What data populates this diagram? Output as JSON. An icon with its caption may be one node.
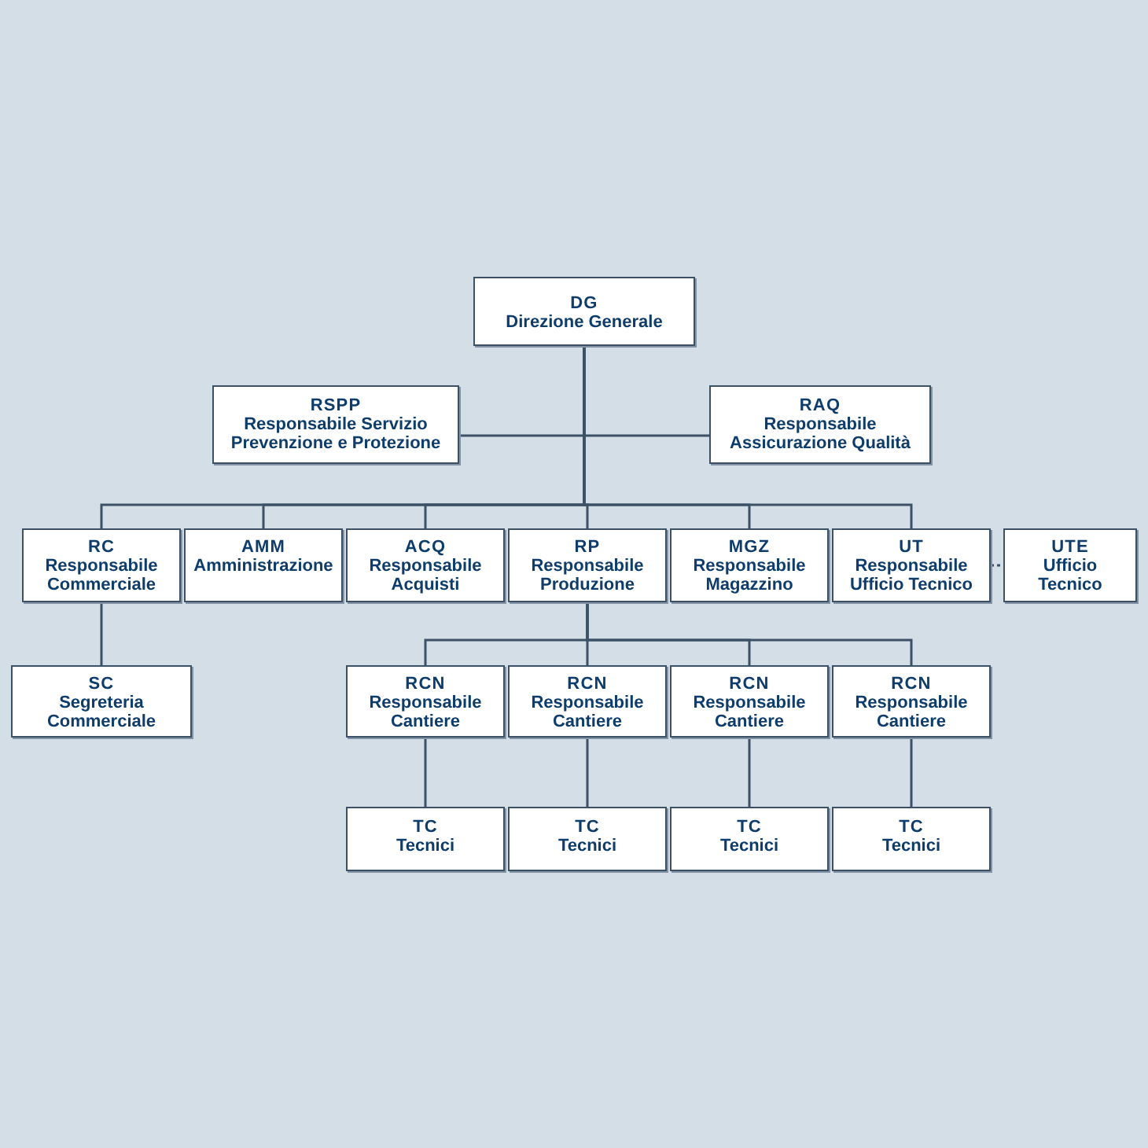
{
  "diagram": {
    "nodes": [
      {
        "text": [
          "DG",
          "Direzione Generale"
        ]
      },
      {
        "text": [
          "RSPP",
          "Responsabile Servizio Prevenzione e Protezione"
        ]
      },
      {
        "text": [
          "RAQ",
          "Responsabile Assicurazione Qualità"
        ]
      },
      {
        "text": [
          "RC",
          "Responsabile Commerciale"
        ]
      },
      {
        "text": [
          "AMM",
          "Amministrazione"
        ]
      },
      {
        "text": [
          "ACQ",
          "Responsabile Acquisti"
        ]
      },
      {
        "text": [
          "RP",
          "Responsabile Produzione"
        ]
      },
      {
        "text": [
          "MGZ",
          "Responsabile Magazzino"
        ]
      },
      {
        "text": [
          "UT",
          "Responsabile Ufficio Tecnico"
        ]
      },
      {
        "text": [
          "UTE",
          "Ufficio Tecnico"
        ]
      },
      {
        "text": [
          "SC",
          "Segreteria Commerciale"
        ]
      },
      {
        "text": [
          "RCN",
          "Responsabile Cantiere"
        ]
      },
      {
        "text": [
          "RCN",
          "Responsabile Cantiere"
        ]
      },
      {
        "text": [
          "RCN",
          "Responsabile Cantiere"
        ]
      },
      {
        "text": [
          "RCN",
          "Responsabile Cantiere"
        ]
      },
      {
        "text": [
          "TC",
          "Tecnici"
        ]
      },
      {
        "text": [
          "TC",
          "Tecnici"
        ]
      },
      {
        "text": [
          "TC",
          "Tecnici"
        ]
      },
      {
        "text": [
          "TC",
          "Tecnici"
        ]
      }
    ],
    "edges": [
      {
        "from": 0,
        "to": 1,
        "arrow": "none"
      },
      {
        "from": 0,
        "to": 2,
        "arrow": "none"
      },
      {
        "from": 0,
        "to": 3,
        "arrow": "none"
      },
      {
        "from": 0,
        "to": 4,
        "arrow": "none"
      },
      {
        "from": 0,
        "to": 5,
        "arrow": "none"
      },
      {
        "from": 0,
        "to": 6,
        "arrow": "none"
      },
      {
        "from": 0,
        "to": 7,
        "arrow": "none"
      },
      {
        "from": 0,
        "to": 8,
        "arrow": "none"
      },
      {
        "from": 8,
        "to": 9,
        "arrow": "none",
        "style": "dashed"
      },
      {
        "from": 3,
        "to": 10,
        "arrow": "none"
      },
      {
        "from": 6,
        "to": 11,
        "arrow": "none"
      },
      {
        "from": 6,
        "to": 12,
        "arrow": "none"
      },
      {
        "from": 6,
        "to": 13,
        "arrow": "none"
      },
      {
        "from": 6,
        "to": 14,
        "arrow": "none"
      },
      {
        "from": 11,
        "to": 15,
        "arrow": "none"
      },
      {
        "from": 12,
        "to": 16,
        "arrow": "none"
      },
      {
        "from": 13,
        "to": 17,
        "arrow": "none"
      },
      {
        "from": 14,
        "to": 18,
        "arrow": "none"
      }
    ]
  }
}
